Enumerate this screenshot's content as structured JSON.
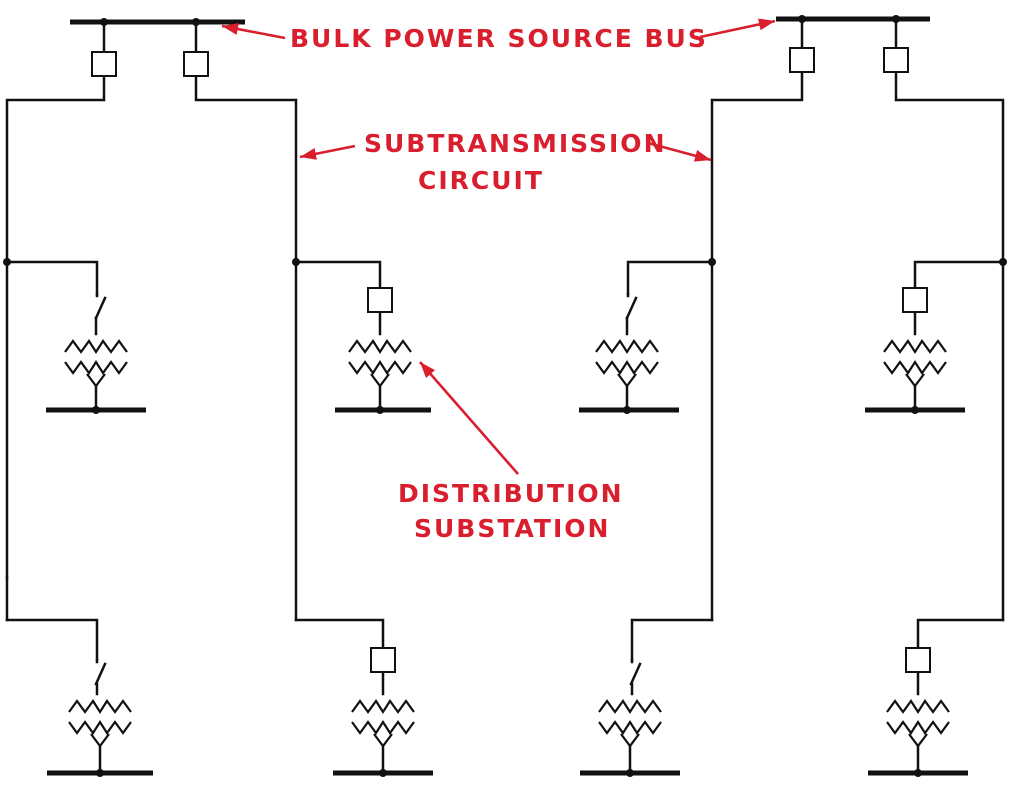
{
  "labels": {
    "bulk_bus": "BULK POWER SOURCE BUS",
    "subtransmission_line1": "SUBTRANSMISSION",
    "subtransmission_line2": "CIRCUIT",
    "distribution_line1": "DISTRIBUTION",
    "distribution_line2": "SUBSTATION"
  },
  "colors": {
    "label_color": "#d91f2e",
    "line_color": "#111111",
    "background": "#ffffff"
  },
  "icons": {
    "circuit_breaker": "square-breaker-icon",
    "disconnect_switch": "open-switch-icon",
    "transformer": "zigzag-transformer-icon"
  }
}
